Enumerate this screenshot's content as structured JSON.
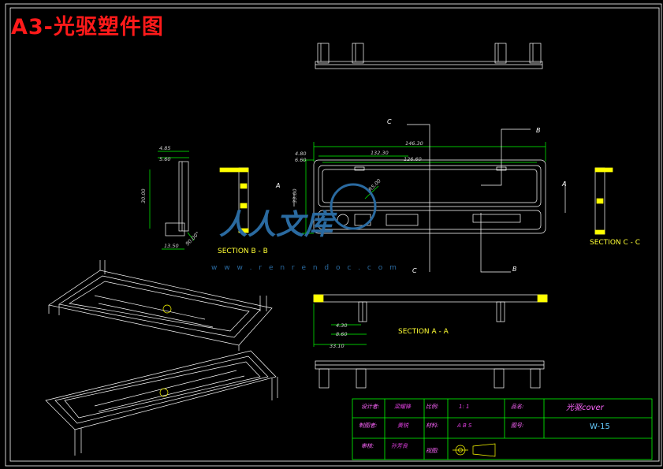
{
  "title": "A3-光驱塑件图",
  "sections": {
    "bb": "SECTION B - B",
    "cc": "SECTION C - C",
    "aa": "SECTION A - A"
  },
  "cut_labels": {
    "a": "A",
    "b": "B",
    "c": "C"
  },
  "dimensions": {
    "front_total_width": "146.30",
    "front_mid_width": "132.30",
    "front_inner_width": "126.60",
    "front_left_a": "4.80",
    "front_left_b": "6.60",
    "front_height": "33.00",
    "front_radius": "R5.00",
    "side_top_a": "4.85",
    "side_top_b": "5.60",
    "side_height": "30.00",
    "side_bottom": "13.50",
    "side_angle": "90.00°",
    "bottom_a": "4.30",
    "bottom_b": "8.60",
    "bottom_c": "33.10"
  },
  "watermark": {
    "brand": "人人文库",
    "url": "w w w . r e n r e n d o c . c o m"
  },
  "title_block": {
    "designer_label": "设计者:",
    "designer_value": "梁耀锋",
    "scale_label": "比例:",
    "scale_value": "1: 1",
    "product_label": "品名:",
    "product_value": "光驱cover",
    "drafter_label": "制图者:",
    "drafter_value": "黄锐",
    "material_label": "材料:",
    "material_value": "A B S",
    "drawing_no_label": "图号:",
    "drawing_no_value": "W-15",
    "reviewer_label": "审核:",
    "reviewer_value": "孙芳良",
    "view_label": "视图:"
  },
  "colors": {
    "background": "#000000",
    "title": "#ff1a1a",
    "frame": "#ffffff",
    "outline": "#ffffff",
    "dimension": "#00ff00",
    "section_text": "#ffff33",
    "title_block_lines": "#00ff00",
    "title_block_text": "#ff66ff",
    "watermark": "#2a6aa0"
  }
}
